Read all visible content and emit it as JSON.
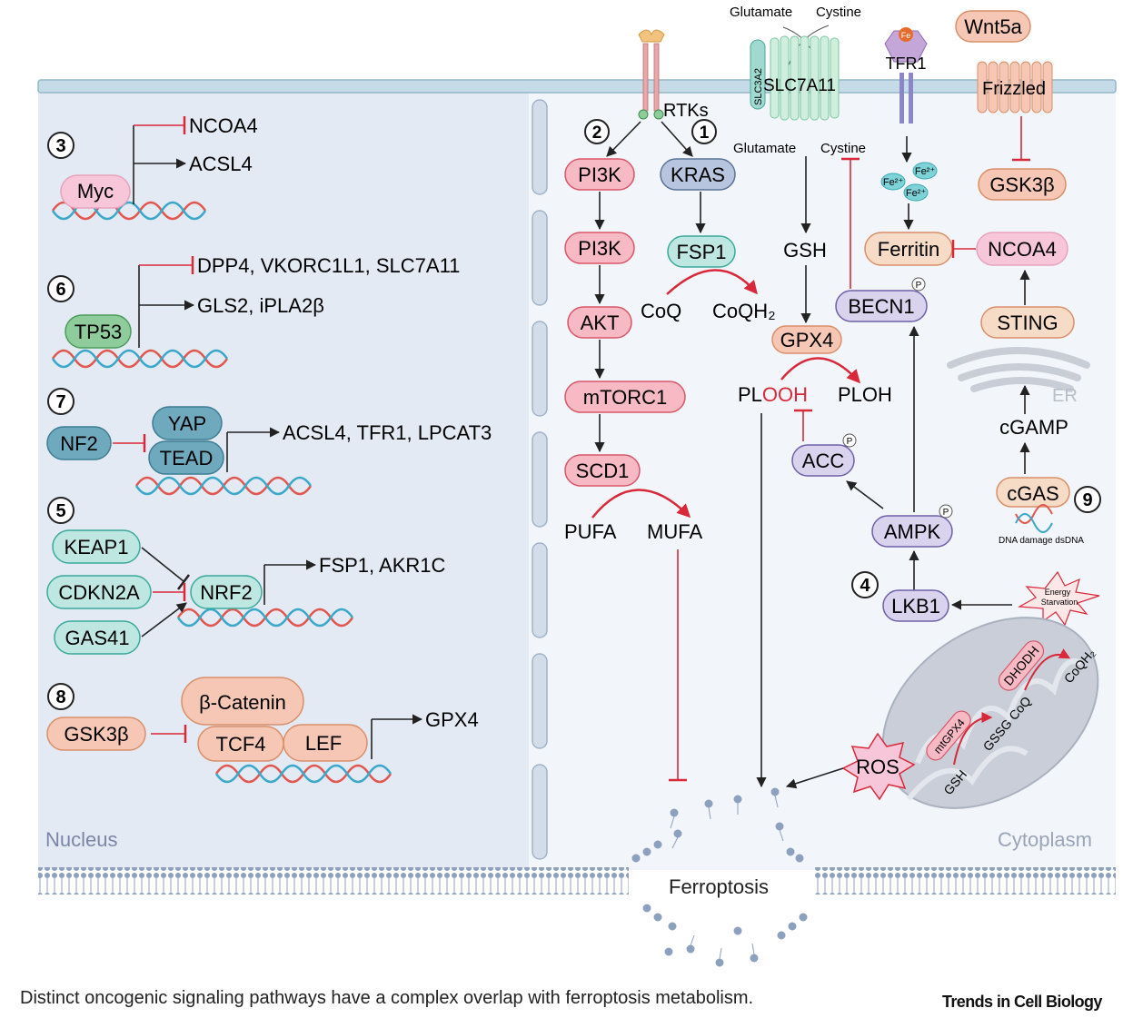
{
  "caption": "Distinct oncogenic signaling pathways have a complex overlap with ferroptosis metabolism.",
  "brand": "Trends in Cell Biology",
  "colors": {
    "pink": "#f7c6c6",
    "pink_border": "#d9576a",
    "teal": "#bfe7e2",
    "teal_border": "#3aa99b",
    "blue": "#b9c9dd",
    "blue_border": "#5a7396",
    "green": "#9fd1a6",
    "green_border": "#3d8f4b",
    "peach": "#f6d6c2",
    "peach_border": "#d98f6a",
    "lavender": "#d9d3ee",
    "lavender_border": "#6e5fa8",
    "inhibit": "#d8283a",
    "nucleus_bg": "#e6ecf4",
    "cytoplasm_bg": "#f2f5f9"
  },
  "regions": {
    "nucleus": "Nucleus",
    "cytoplasm": "Cytoplasm",
    "er": "ER",
    "ferroptosis": "Ferroptosis"
  },
  "nucleus": {
    "myc": {
      "num": "3",
      "tf": "Myc",
      "inhibits": "NCOA4",
      "activates": "ACSL4"
    },
    "tp53": {
      "num": "6",
      "tf": "TP53",
      "inhibits": "DPP4, VKORC1L1, SLC7A11",
      "activates": "GLS2, iPLA2β"
    },
    "yap": {
      "num": "7",
      "upstream": "NF2",
      "yap": "YAP",
      "tead": "TEAD",
      "targets": "ACSL4, TFR1, LPCAT3"
    },
    "nrf2": {
      "num": "5",
      "keap1": "KEAP1",
      "cdkn2a": "CDKN2A",
      "gas41": "GAS41",
      "tf": "NRF2",
      "targets": "FSP1, AKR1C"
    },
    "wnt": {
      "num": "8",
      "upstream": "GSK3β",
      "catenin": "β-Catenin",
      "tcf4": "TCF4",
      "lef": "LEF",
      "targets": "GPX4"
    }
  },
  "cytoplasm": {
    "rtks": "RTKs",
    "p": "P",
    "num1": "1",
    "num2": "2",
    "num4": "4",
    "num9": "9",
    "pi3k_1": "PI3K",
    "pi3k_2": "PI3K",
    "akt": "AKT",
    "mtorc1": "mTORC1",
    "scd1": "SCD1",
    "pufa": "PUFA",
    "mufa": "MUFA",
    "kras": "KRAS",
    "fsp1": "FSP1",
    "coq": "CoQ",
    "coqh2": "CoQH₂",
    "glutamate_top": "Glutamate",
    "cystine_top": "Cystine",
    "slc3a2": "SLC3A2",
    "slc7a11": "SLC7A11",
    "glutamate_in": "Glutamate",
    "cystine_in": "Cystine",
    "gsh": "GSH",
    "gpx4": "GPX4",
    "plooh_1": "PL",
    "plooh_2": "OOH",
    "ploh": "PLOH",
    "tfr1": "TFR1",
    "fe": "Fe",
    "fe2": "Fe²⁺",
    "ferritin": "Ferritin",
    "becn1": "BECN1",
    "ncoa4": "NCOA4",
    "wnt5a": "Wnt5a",
    "frizzled": "Frizzled",
    "gsk3b": "GSK3β",
    "sting": "STING",
    "cgamp": "cGAMP",
    "cgas": "cGAS",
    "dna_damage": "DNA damage dsDNA",
    "acc": "ACC",
    "ampk": "AMPK",
    "lkb1": "LKB1",
    "energy_1": "Energy",
    "energy_2": "Starvation",
    "ros": "ROS",
    "dhodh": "DHODH",
    "mito_coqh2": "CoQH₂",
    "mtgpx4": "mtGPX4",
    "gssg_coq": "GSSG CoQ",
    "mito_gsh": "GSH"
  }
}
